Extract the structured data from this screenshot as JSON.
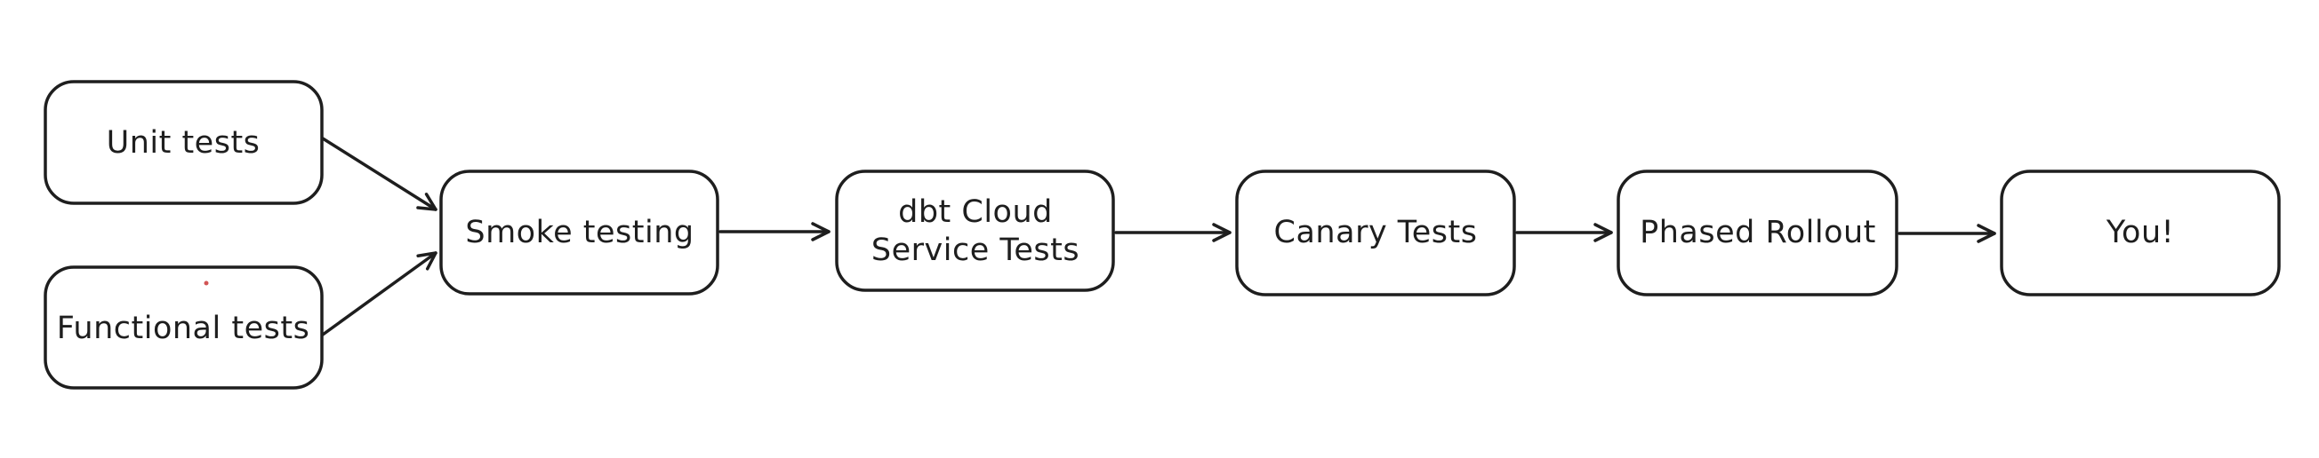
{
  "diagram": {
    "background_color": "#ffffff",
    "stroke_color": "#1e1e1e",
    "artifact_dot_color": "#d25555",
    "nodes": [
      {
        "id": "unit-tests",
        "label": "Unit tests"
      },
      {
        "id": "functional-tests",
        "label": "Functional tests"
      },
      {
        "id": "smoke-testing",
        "label": "Smoke testing"
      },
      {
        "id": "dbt-cloud-service-tests",
        "label": "dbt Cloud Service Tests",
        "line1": "dbt Cloud",
        "line2": "Service Tests"
      },
      {
        "id": "canary-tests",
        "label": "Canary Tests"
      },
      {
        "id": "phased-rollout",
        "label": "Phased Rollout"
      },
      {
        "id": "you",
        "label": "You!"
      }
    ],
    "edges": [
      {
        "from": "unit-tests",
        "to": "smoke-testing"
      },
      {
        "from": "functional-tests",
        "to": "smoke-testing"
      },
      {
        "from": "smoke-testing",
        "to": "dbt-cloud-service-tests"
      },
      {
        "from": "dbt-cloud-service-tests",
        "to": "canary-tests"
      },
      {
        "from": "canary-tests",
        "to": "phased-rollout"
      },
      {
        "from": "phased-rollout",
        "to": "you"
      }
    ]
  }
}
